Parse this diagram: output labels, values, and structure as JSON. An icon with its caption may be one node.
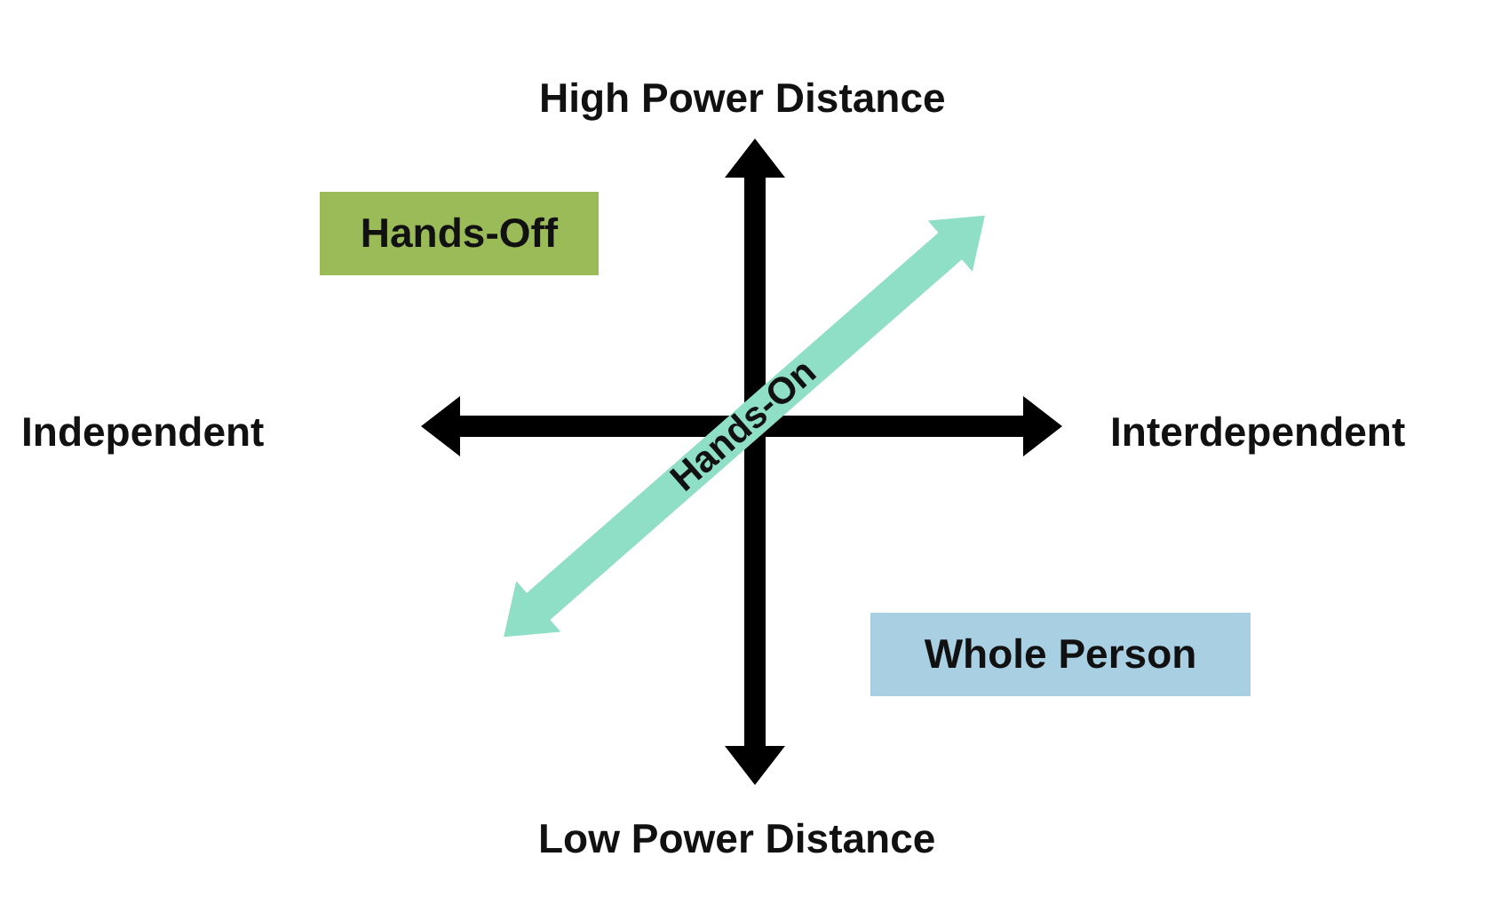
{
  "diagram": {
    "nodes": [
      {
        "text": [
          "Hands-Off"
        ]
      },
      {
        "text": [
          "Hands-On"
        ]
      },
      {
        "text": [
          "Whole Person"
        ]
      }
    ],
    "labels": [
      "High Power Distance",
      "Independent",
      "Interdependent",
      "Low Power Distance"
    ]
  }
}
